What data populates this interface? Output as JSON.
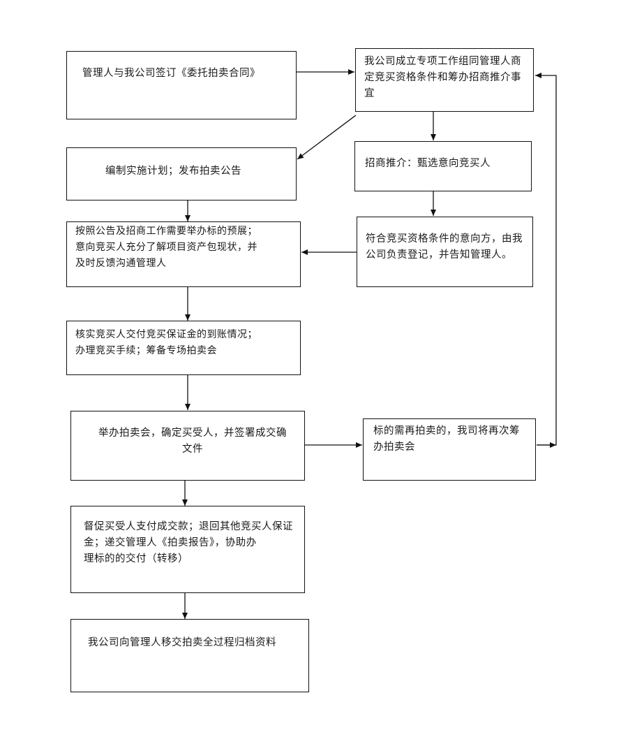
{
  "flowchart": {
    "steps": {
      "sign_contract": "管理人与我公司签订《委托拍卖合同》",
      "form_work_group": "我公司成立专项工作组同管理人商定竞买资格条件和筹办招商推介事宜",
      "compile_plan": "编制实施计划；发布拍卖公告",
      "investment_promotion": "招商推介：甄选意向竞买人",
      "preview": "按照公告及招商工作需要举办标的预展；\n意向竞买人充分了解项目资产包现状，并\n及时反馈沟通管理人",
      "qualified_register": "符合竞买资格条件的意向方，由我公司负责登记，并告知管理人。",
      "verify_deposit": "核实竞买人交付竞买保证金的到账情况；\n办理竞买手续；筹备专场拍卖会",
      "hold_auction": "举办拍卖会，确定买受人，并签署成交确\n文件",
      "re_auction": "标的需再拍卖的，我司将再次筹办拍卖会",
      "urge_payment": "督促买受人支付成交款；退回其他竞买人保证金；递交管理人《拍卖报告》，协助办\n理标的的交付（转移）",
      "hand_over_archive": "我公司向管理人移交拍卖全过程归档资料"
    }
  }
}
